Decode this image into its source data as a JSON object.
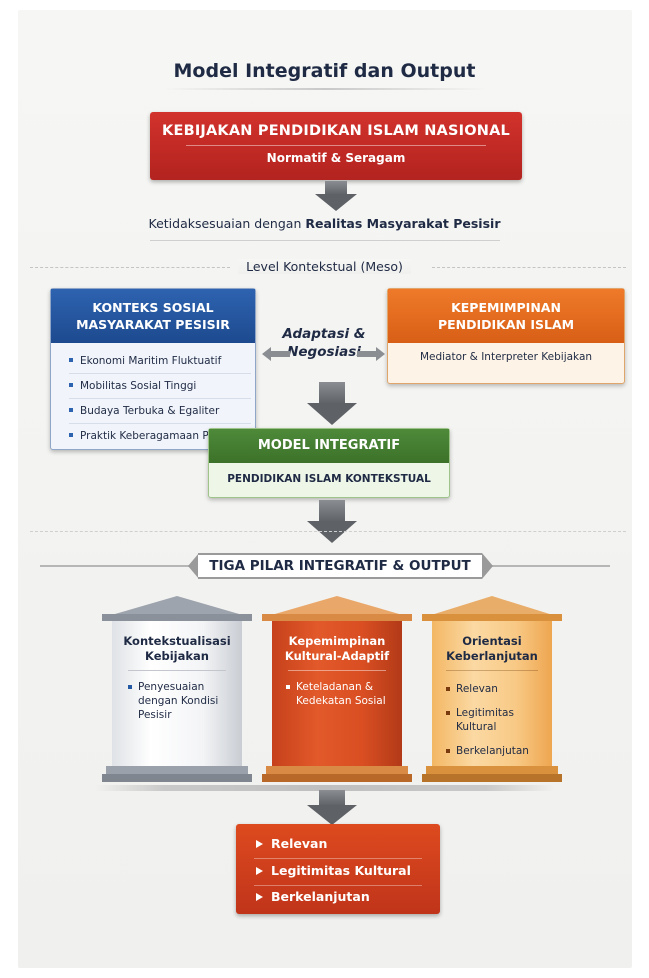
{
  "title": "Model Integratif dan Output",
  "top_box": {
    "title": "KEBIJAKAN PENDIDIKAN ISLAM NASIONAL",
    "subtitle": "Normatif & Seragam"
  },
  "mismatch": {
    "prefix": "Ketidaksesuaian dengan ",
    "emphasis": "Realitas Masyarakat Pesisir"
  },
  "level_label": "Level Kontekstual (Meso)",
  "social_context": {
    "title_line1": "KONTEKS SOSIAL",
    "title_line2": "MASYARAKAT PESISIR",
    "items": [
      "Ekonomi Maritim Fluktuatif",
      "Mobilitas Sosial Tinggi",
      "Budaya Terbuka & Egaliter",
      "Praktik Keberagamaan Pragmatis"
    ]
  },
  "adaptation": {
    "line1": "Adaptasi &",
    "line2": "Negosiasi"
  },
  "leadership": {
    "title_line1": "KEPEMIMPINAN",
    "title_line2": "PENDIDIKAN ISLAM",
    "body": "Mediator & Interpreter Kebijakan"
  },
  "integrative_model": {
    "title": "MODEL INTEGRATIF",
    "subtitle": "PENDIDIKAN ISLAM KONTEKSTUAL"
  },
  "pillars_banner": "TIGA PILAR INTEGRATIF & OUTPUT",
  "pillars": [
    {
      "title_line1": "Kontekstualisasi",
      "title_line2": "Kebijakan",
      "items": [
        "Penyesuaian dengan Kondisi Pesisir"
      ]
    },
    {
      "title_line1": "Kepemimpinan",
      "title_line2": "Kultural-Adaptif",
      "items": [
        "Keteladanan & Kedekatan Sosial"
      ]
    },
    {
      "title_line1": "Orientasi",
      "title_line2": "Keberlanjutan",
      "items": [
        "Relevan",
        "Legitimitas Kultural",
        "Berkelanjutan"
      ]
    }
  ],
  "outputs": [
    "Relevan",
    "Legitimitas Kultural",
    "Berkelanjutan"
  ],
  "colors": {
    "red": "#c62b25",
    "blue": "#2458a3",
    "orange": "#e56d1f",
    "green": "#467f33",
    "gray": "#6f7278",
    "navy": "#1f2a44"
  }
}
